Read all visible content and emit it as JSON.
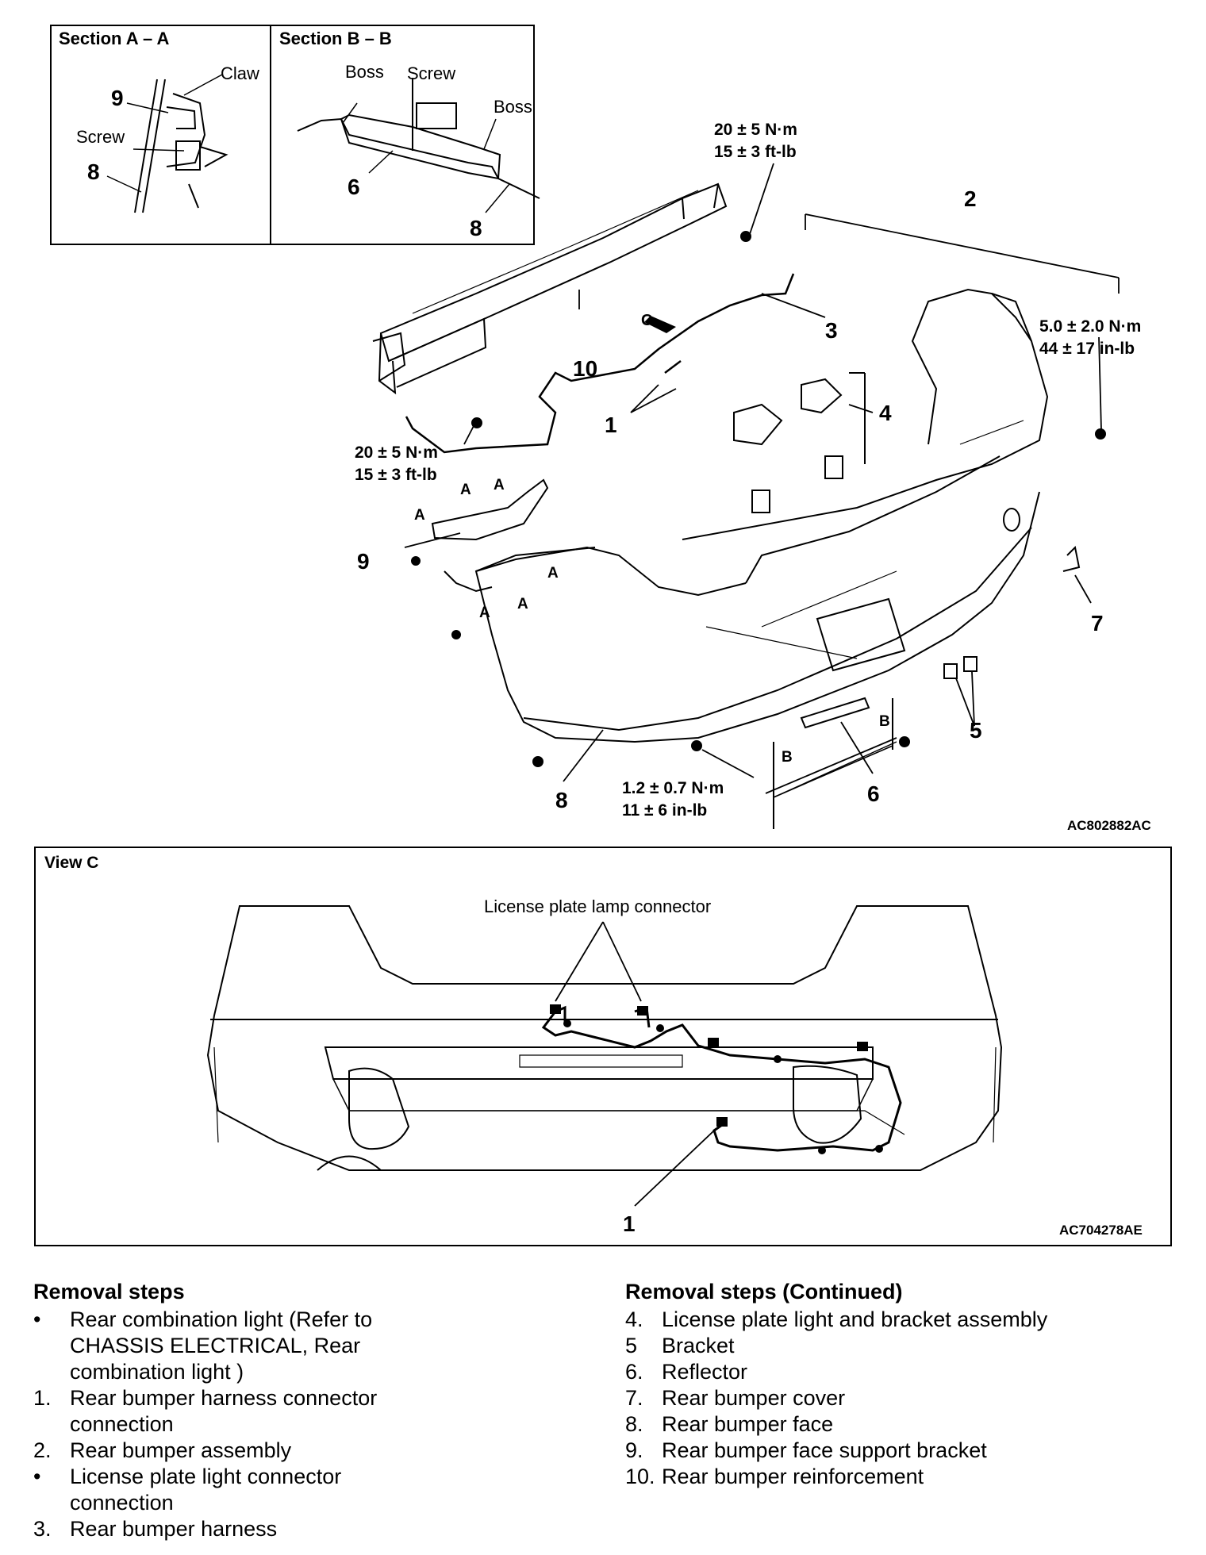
{
  "section_a": {
    "title": "Section A – A",
    "claw": "Claw",
    "screw": "Screw",
    "n9": "9",
    "n8": "8"
  },
  "section_b": {
    "title": "Section B – B",
    "boss_left": "Boss",
    "screw": "Screw",
    "boss_right": "Boss",
    "n6": "6",
    "n8": "8"
  },
  "main": {
    "torque_top": [
      "20 ± 5 N·m",
      "15 ± 3 ft-lb"
    ],
    "torque_left": [
      "20 ± 5 N·m",
      "15 ± 3 ft-lb"
    ],
    "torque_right": [
      "5.0 ± 2.0 N·m",
      "44 ± 17 in-lb"
    ],
    "torque_bottom": [
      "1.2 ± 0.7 N·m",
      "11 ± 6 in-lb"
    ],
    "callouts": {
      "n1": "1",
      "n2": "2",
      "n3": "3",
      "n4": "4",
      "n5": "5",
      "n6": "6",
      "n7": "7",
      "n8": "8",
      "n9": "9",
      "n10": "10",
      "c": "C",
      "a": "A",
      "b": "B"
    },
    "code": "AC802882AC"
  },
  "view_c": {
    "title": "View C",
    "lamp_connector": "License plate lamp connector",
    "n1": "1",
    "code": "AC704278AE"
  },
  "steps_left": {
    "title": "Removal steps",
    "items": [
      {
        "mark": "•",
        "text": "Rear combination light (Refer to CHASSIS ELECTRICAL, Rear combination light )"
      },
      {
        "mark": "1.",
        "text": "Rear bumper harness connector connection"
      },
      {
        "mark": "2.",
        "text": "Rear bumper assembly"
      },
      {
        "mark": "•",
        "text": "License plate light connector connection"
      },
      {
        "mark": "3.",
        "text": "Rear bumper harness"
      }
    ]
  },
  "steps_right": {
    "title": "Removal steps (Continued)",
    "items": [
      {
        "mark": "4.",
        "text": "License plate light and bracket assembly"
      },
      {
        "mark": "5",
        "text": "Bracket"
      },
      {
        "mark": "6.",
        "text": "Reflector"
      },
      {
        "mark": "7.",
        "text": "Rear bumper cover"
      },
      {
        "mark": "8.",
        "text": "Rear bumper face"
      },
      {
        "mark": "9.",
        "text": "Rear bumper face support bracket"
      },
      {
        "mark": "10.",
        "text": "Rear bumper reinforcement"
      }
    ]
  }
}
